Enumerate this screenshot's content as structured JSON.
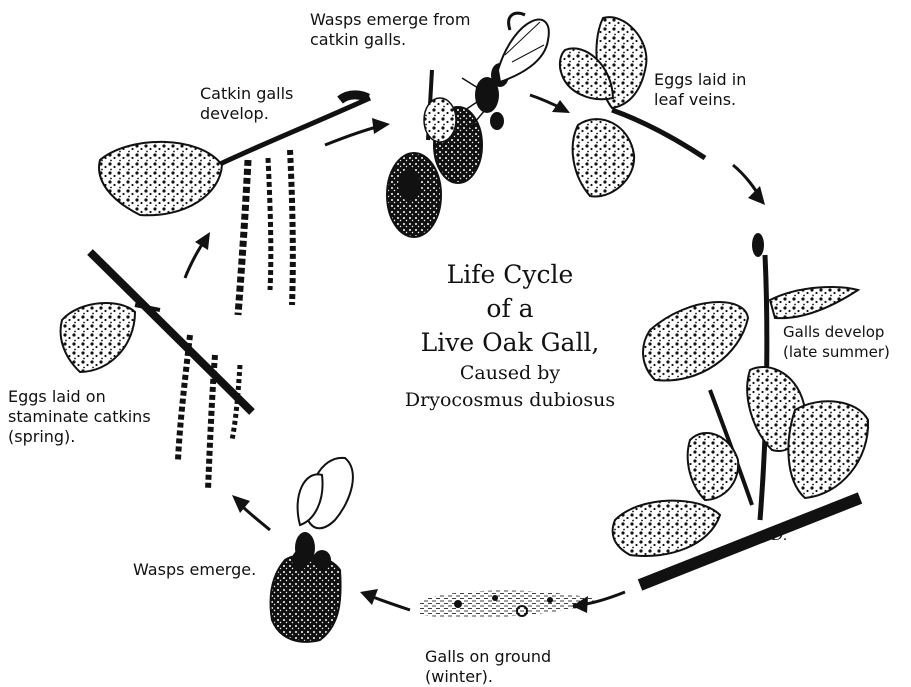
{
  "diagram": {
    "title": {
      "line1": "Life Cycle",
      "line2": "of a",
      "line3": "Live Oak Gall,",
      "line4": "Caused by",
      "line5": "Dryocosmus dubiosus"
    },
    "stages": {
      "wasps_from_catkin": [
        "Wasps emerge from",
        "catkin galls."
      ],
      "eggs_leaf_veins": [
        "Eggs laid in",
        "leaf veins."
      ],
      "galls_develop": [
        "Galls develop",
        "(late summer)"
      ],
      "galls_ground": [
        "Galls on ground",
        "(winter)."
      ],
      "wasps_emerge": [
        "Wasps emerge."
      ],
      "eggs_catkins": [
        "Eggs laid on",
        "staminate catkins",
        "(spring)."
      ],
      "catkin_galls": [
        "Catkin galls",
        "develop."
      ]
    },
    "signature": "D.",
    "colors": {
      "ink": "#111111",
      "paper": "#ffffff"
    }
  }
}
